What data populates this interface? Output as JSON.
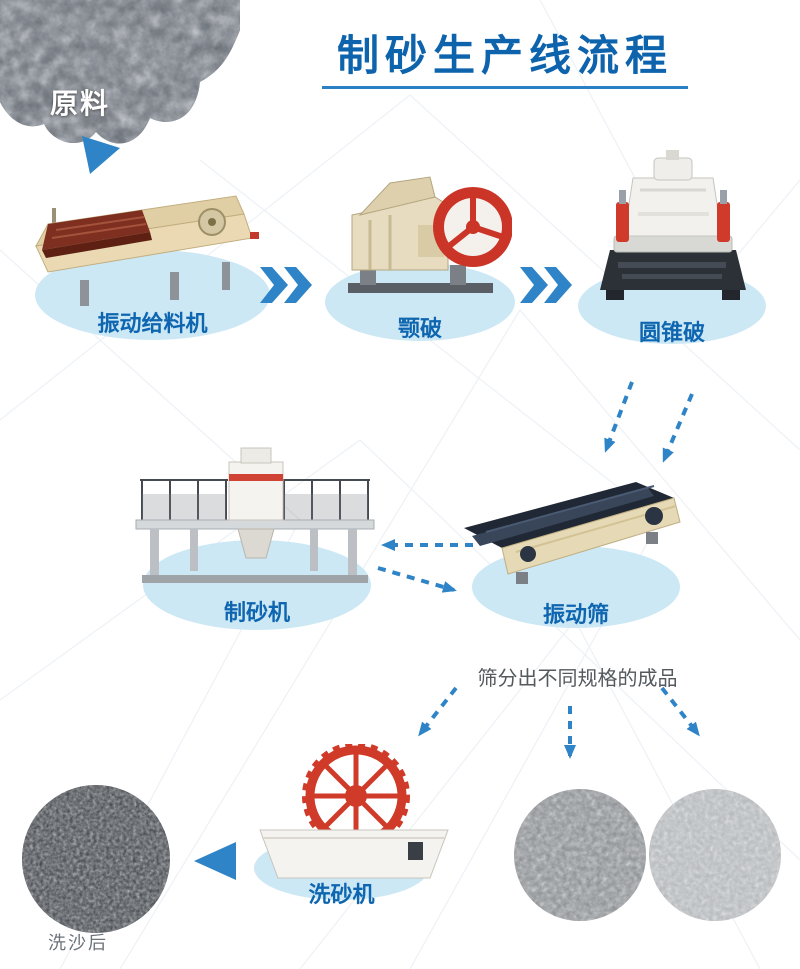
{
  "header": {
    "title": "制砂生产线流程",
    "raw_material_label": "原料"
  },
  "stations": [
    {
      "id": "vibrating-feeder",
      "label": "振动给料机"
    },
    {
      "id": "jaw-crusher",
      "label": "颚破"
    },
    {
      "id": "cone-crusher",
      "label": "圆锥破"
    },
    {
      "id": "sand-maker",
      "label": "制砂机"
    },
    {
      "id": "vibrating-screen",
      "label": "振动筛"
    },
    {
      "id": "sand-washer",
      "label": "洗砂机"
    }
  ],
  "annotations": {
    "screen_output_note": "筛分出不同规格的成品",
    "washed_sand_label": "洗沙后"
  },
  "colors": {
    "title_blue": "#0e63ad",
    "label_blue": "#0f66b0",
    "arrow_blue": "#2e84c6",
    "ellipse_light_blue": "#cde8f5",
    "machine_red": "#cb3527",
    "machine_beige": "#e8dcba",
    "machine_dark": "#2c3138"
  }
}
